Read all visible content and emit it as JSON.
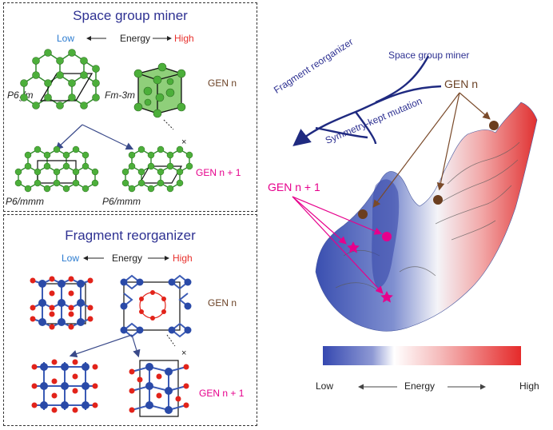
{
  "space_group_miner": {
    "title": "Space group miner",
    "energy": {
      "low": "Low",
      "label": "Energy",
      "high": "High"
    },
    "groups": {
      "p63m": "P6",
      "p63m_sub": "3",
      "p63m_tail": "/m",
      "fm3m": "Fm-3m",
      "p6mmm_a": "P6/mmm",
      "p6mmm_b": "P6/mmm"
    },
    "gen_n": "GEN n",
    "gen_n1": "GEN n + 1"
  },
  "fragment_reorganizer": {
    "title": "Fragment reorganizer",
    "energy": {
      "low": "Low",
      "label": "Energy",
      "high": "High"
    },
    "gen_n": "GEN n",
    "gen_n1": "GEN n + 1"
  },
  "landscape": {
    "space_group_miner": "Space group miner",
    "fragment_reorganizer": "Fragment reorganizer",
    "symmetry_kept_mutation": "Symmetry-kept mutation",
    "gen_n": "GEN n",
    "gen_n1": "GEN n + 1"
  },
  "colorbar": {
    "low": "Low",
    "label": "Energy",
    "high": "High"
  },
  "colors": {
    "title_blue": "#2e3192",
    "low_blue": "#2b7bd0",
    "high_red": "#e8302c",
    "gen_brown": "#6b4226",
    "gen_magenta": "#e6008c",
    "green_atom": "#4caf3a"
  }
}
